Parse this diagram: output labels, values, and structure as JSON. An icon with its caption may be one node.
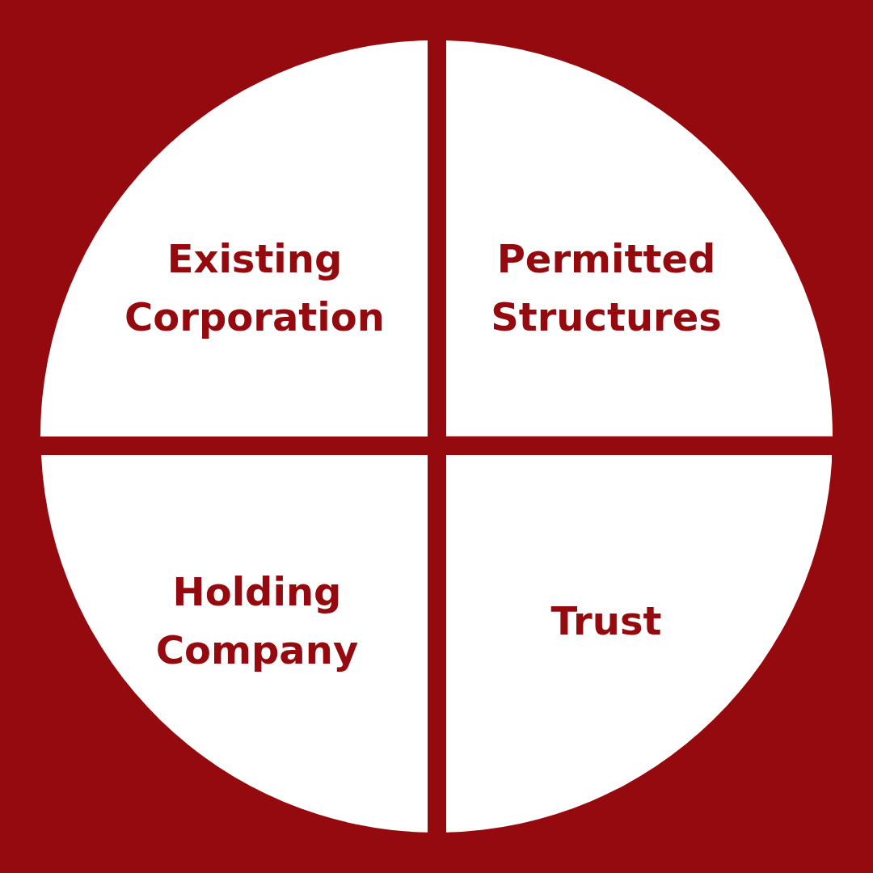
{
  "diagram": {
    "nodes": [
      {
        "text": [
          "Existing Corporation"
        ]
      },
      {
        "text": [
          "Permitted Structures"
        ]
      },
      {
        "text": [
          "Holding Company"
        ]
      },
      {
        "text": [
          "Trust"
        ]
      }
    ]
  }
}
